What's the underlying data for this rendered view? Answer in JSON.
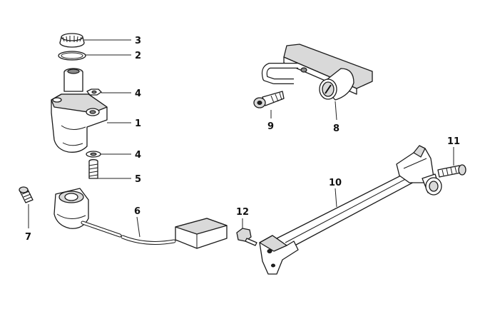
{
  "diagram": {
    "callouts": [
      {
        "id": "3",
        "label": "3"
      },
      {
        "id": "2",
        "label": "2"
      },
      {
        "id": "4a",
        "label": "4"
      },
      {
        "id": "1",
        "label": "1"
      },
      {
        "id": "4b",
        "label": "4"
      },
      {
        "id": "5",
        "label": "5"
      },
      {
        "id": "6",
        "label": "6"
      },
      {
        "id": "7",
        "label": "7"
      },
      {
        "id": "9",
        "label": "9"
      },
      {
        "id": "8",
        "label": "8"
      },
      {
        "id": "10",
        "label": "10"
      },
      {
        "id": "11",
        "label": "11"
      },
      {
        "id": "12",
        "label": "12"
      }
    ]
  }
}
